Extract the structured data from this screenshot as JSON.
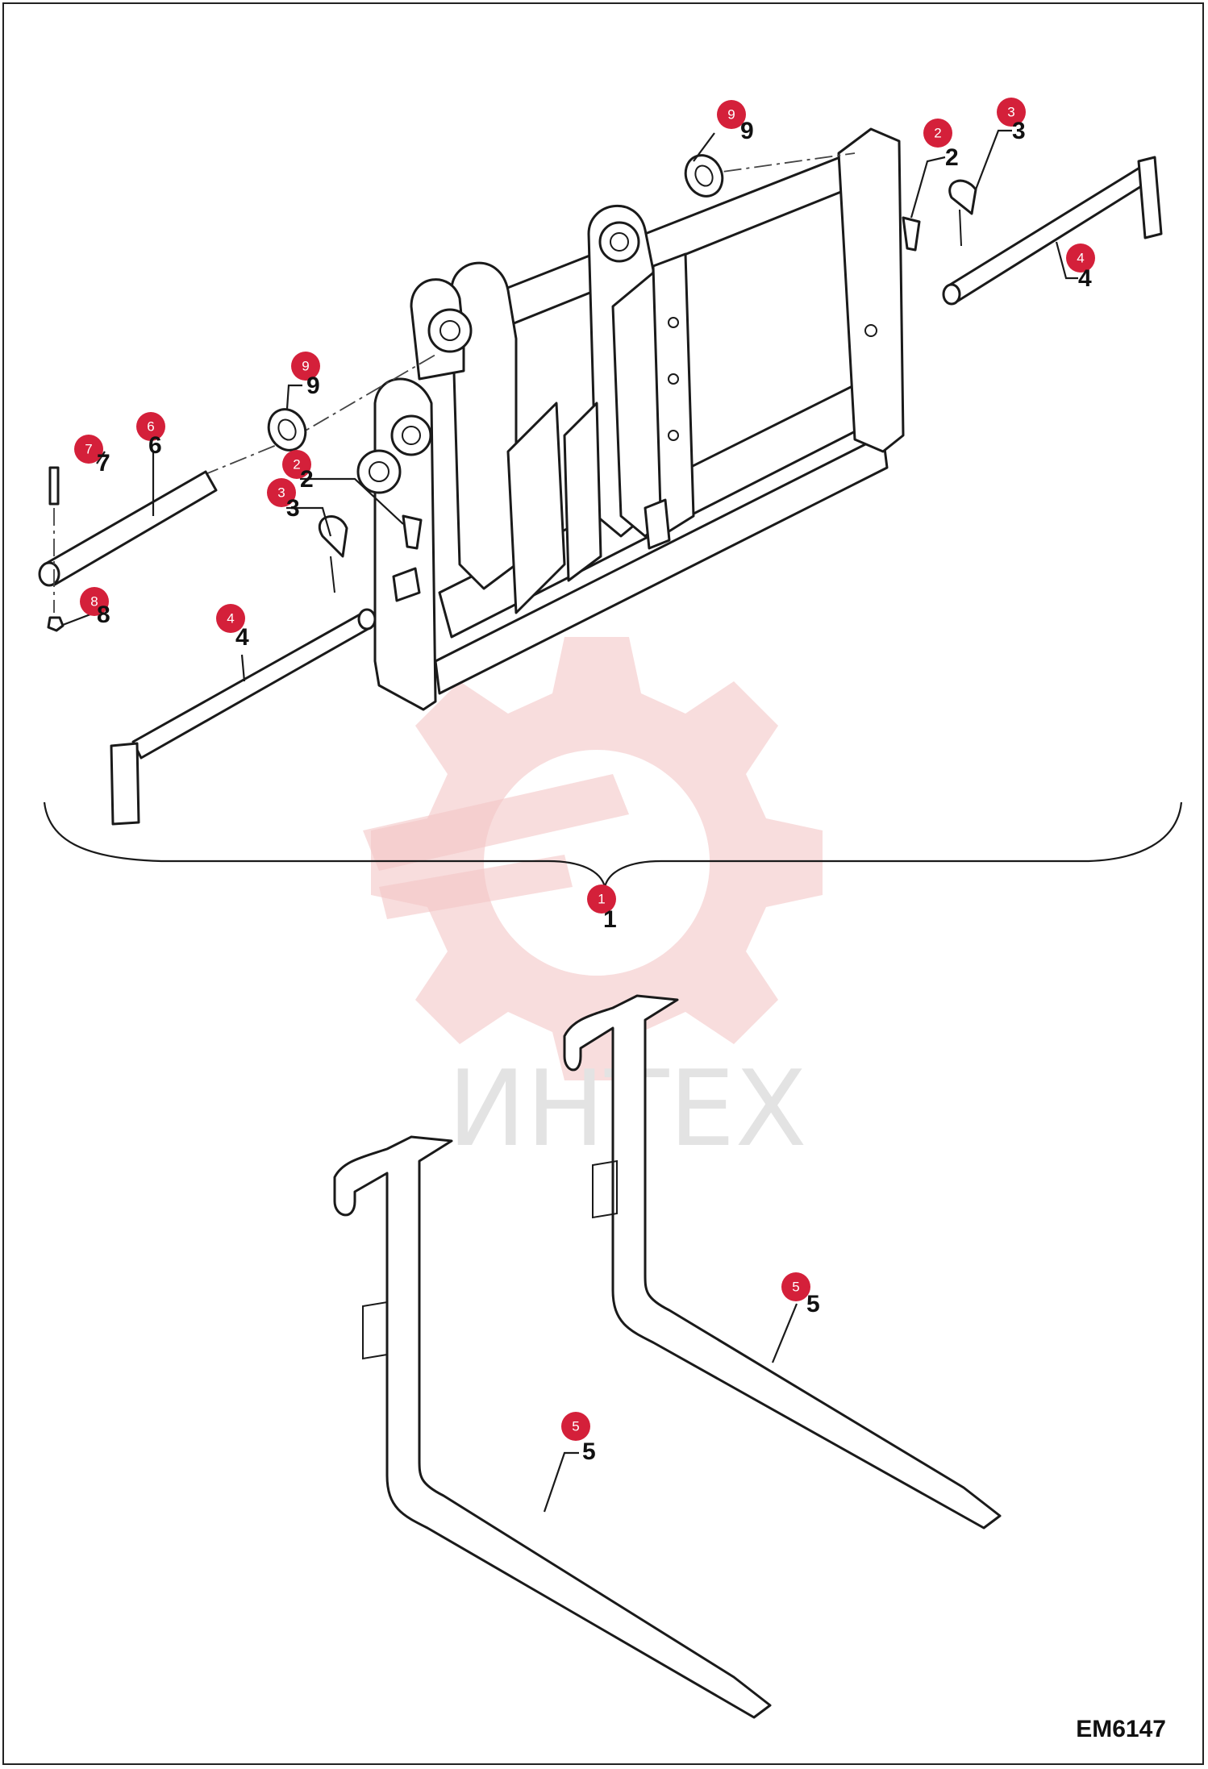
{
  "watermark": {
    "text": "ИНТЕХ",
    "color": "#f3c6c6"
  },
  "accent_color": "#d4203a",
  "drawing_code": "EM6147",
  "callouts": [
    {
      "id": "callout-9-top",
      "number": "9"
    },
    {
      "id": "callout-2-right",
      "number": "2"
    },
    {
      "id": "callout-3-right",
      "number": "3"
    },
    {
      "id": "callout-4-right",
      "number": "4"
    },
    {
      "id": "callout-9-left",
      "number": "9"
    },
    {
      "id": "callout-7",
      "number": "7"
    },
    {
      "id": "callout-6",
      "number": "6"
    },
    {
      "id": "callout-2-left",
      "number": "2"
    },
    {
      "id": "callout-3-left",
      "number": "3"
    },
    {
      "id": "callout-8",
      "number": "8"
    },
    {
      "id": "callout-4-left",
      "number": "4"
    },
    {
      "id": "callout-1",
      "number": "1"
    },
    {
      "id": "callout-5-right",
      "number": "5"
    },
    {
      "id": "callout-5-left",
      "number": "5"
    }
  ]
}
